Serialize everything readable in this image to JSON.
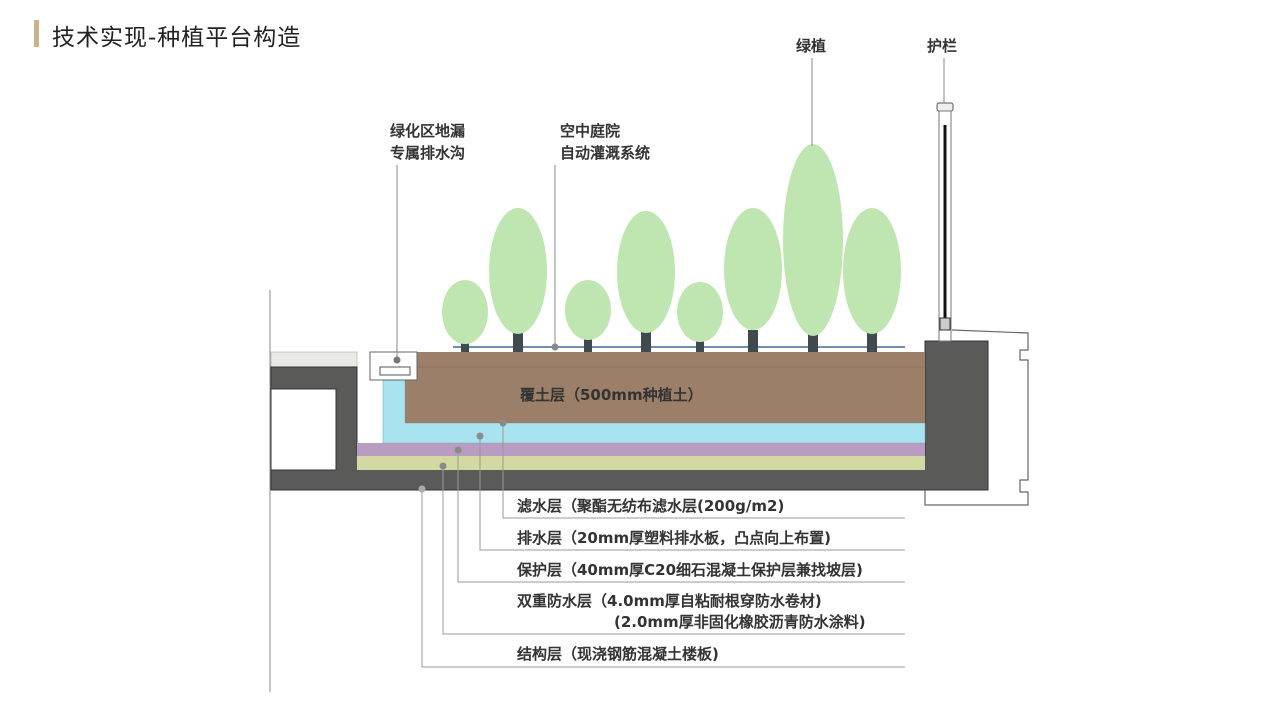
{
  "title": "技术实现-种植平台构造",
  "labels": {
    "drain_1": "绿化区地漏",
    "drain_2": "专属排水沟",
    "irrigation_1": "空中庭院",
    "irrigation_2": "自动灌溉系统",
    "plants": "绿植",
    "railing": "护栏",
    "soil": "覆土层（500mm种植土）"
  },
  "layers": [
    {
      "name": "滤水层",
      "text": "滤水层（聚酯无纺布滤水层(200g/m2)"
    },
    {
      "name": "排水层",
      "text": "排水层（20mm厚塑料排水板，凸点向上布置)"
    },
    {
      "name": "保护层",
      "text": "保护层（40mm厚C20细石混凝土保护层兼找坡层)"
    },
    {
      "name": "双重防水层",
      "text": "双重防水层（4.0mm厚自粘耐根穿防水卷材)",
      "text2": "(2.0mm厚非固化橡胶沥青防水涂料)"
    },
    {
      "name": "结构层",
      "text": "结构层（现浇钢筋混凝土楼板)"
    }
  ],
  "colors": {
    "accent": "#c8b48a",
    "soil": "#9b7f69",
    "drainage": "#a9e3f0",
    "protection": "#b89cc2",
    "waterproof": "#d3d9a3",
    "structure": "#5a5a58",
    "tree": "#bfe6b0"
  }
}
